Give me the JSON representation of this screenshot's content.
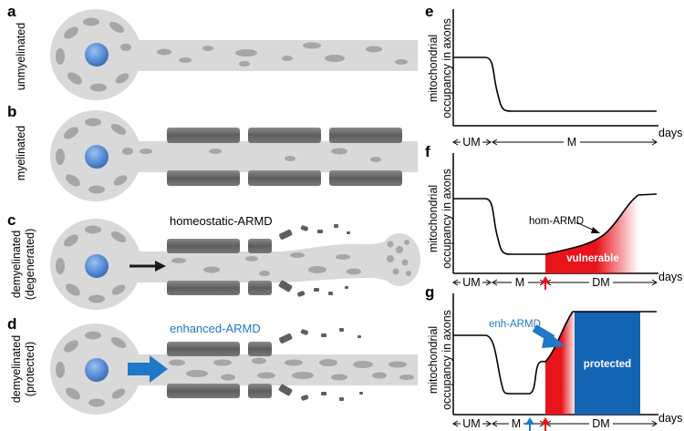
{
  "panels": {
    "a": {
      "letter": "a",
      "label": "unmyelinated"
    },
    "b": {
      "letter": "b",
      "label": "myelinated"
    },
    "c": {
      "letter": "c",
      "label_line1": "demyelinated",
      "label_line2": "(degenerated)",
      "annotation": "homeostatic-ARMD"
    },
    "d": {
      "letter": "d",
      "label_line1": "demyelinated",
      "label_line2": "(protected)",
      "annotation": "enhanced-ARMD"
    },
    "e": {
      "letter": "e"
    },
    "f": {
      "letter": "f",
      "annotation": "hom-ARMD",
      "region_label": "vulnerable"
    },
    "g": {
      "letter": "g",
      "annotation": "enh-ARMD",
      "region_label": "protected"
    }
  },
  "axes": {
    "ylabel_line1": "mitochondrial",
    "ylabel_line2": "occupancy in axons",
    "xlabel": "days",
    "phase_um": "UM",
    "phase_m": "M",
    "phase_dm": "DM"
  },
  "colors": {
    "cell_gray": "#d9d9d9",
    "mito_gray": "#a6a6a6",
    "nucleus_blue": "#5b8fd6",
    "myelin_dark": "#6e6e6e",
    "vulnerable_red": "#e8141b",
    "protected_blue": "#1464b4",
    "arrow_blue": "#1f78c8",
    "arrow_red": "#e8141b",
    "annot_blue": "#1f78c8"
  },
  "icons": [
    "cell-body",
    "nucleus",
    "axon",
    "myelin-sheath",
    "mitochondrion",
    "black-arrow",
    "blue-arrow",
    "red-arrow-marker"
  ]
}
